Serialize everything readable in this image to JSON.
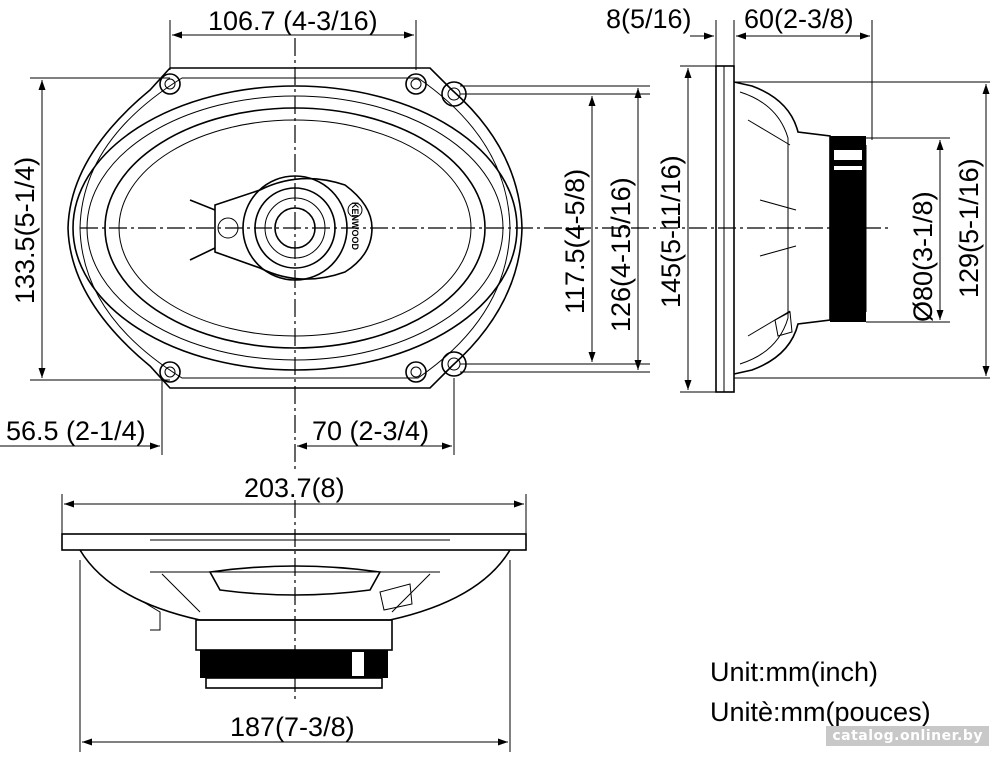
{
  "dimensions": {
    "top_width": "106.7 (4-3/16)",
    "left_height": "133.5(5-1/4)",
    "inner_height": "117.5(4-5/8)",
    "hole_height": "126(4-15/16)",
    "left_offset": "56.5 (2-1/4)",
    "right_offset": "70 (2-3/4)",
    "flange_depth": "8(5/16)",
    "mount_depth": "60(2-3/8)",
    "side_height": "145(5-11/16)",
    "magnet_diameter": "Ø80(3-1/8)",
    "side_inner_height": "129(5-1/16)",
    "overall_width": "203.7(8)",
    "basket_width": "187(7-3/8)"
  },
  "brand": "KENWOOD",
  "units": {
    "line1": "Unit:mm(inch)",
    "line2": "Unitè:mm(pouces)"
  },
  "watermark": "catalog.onliner.by"
}
